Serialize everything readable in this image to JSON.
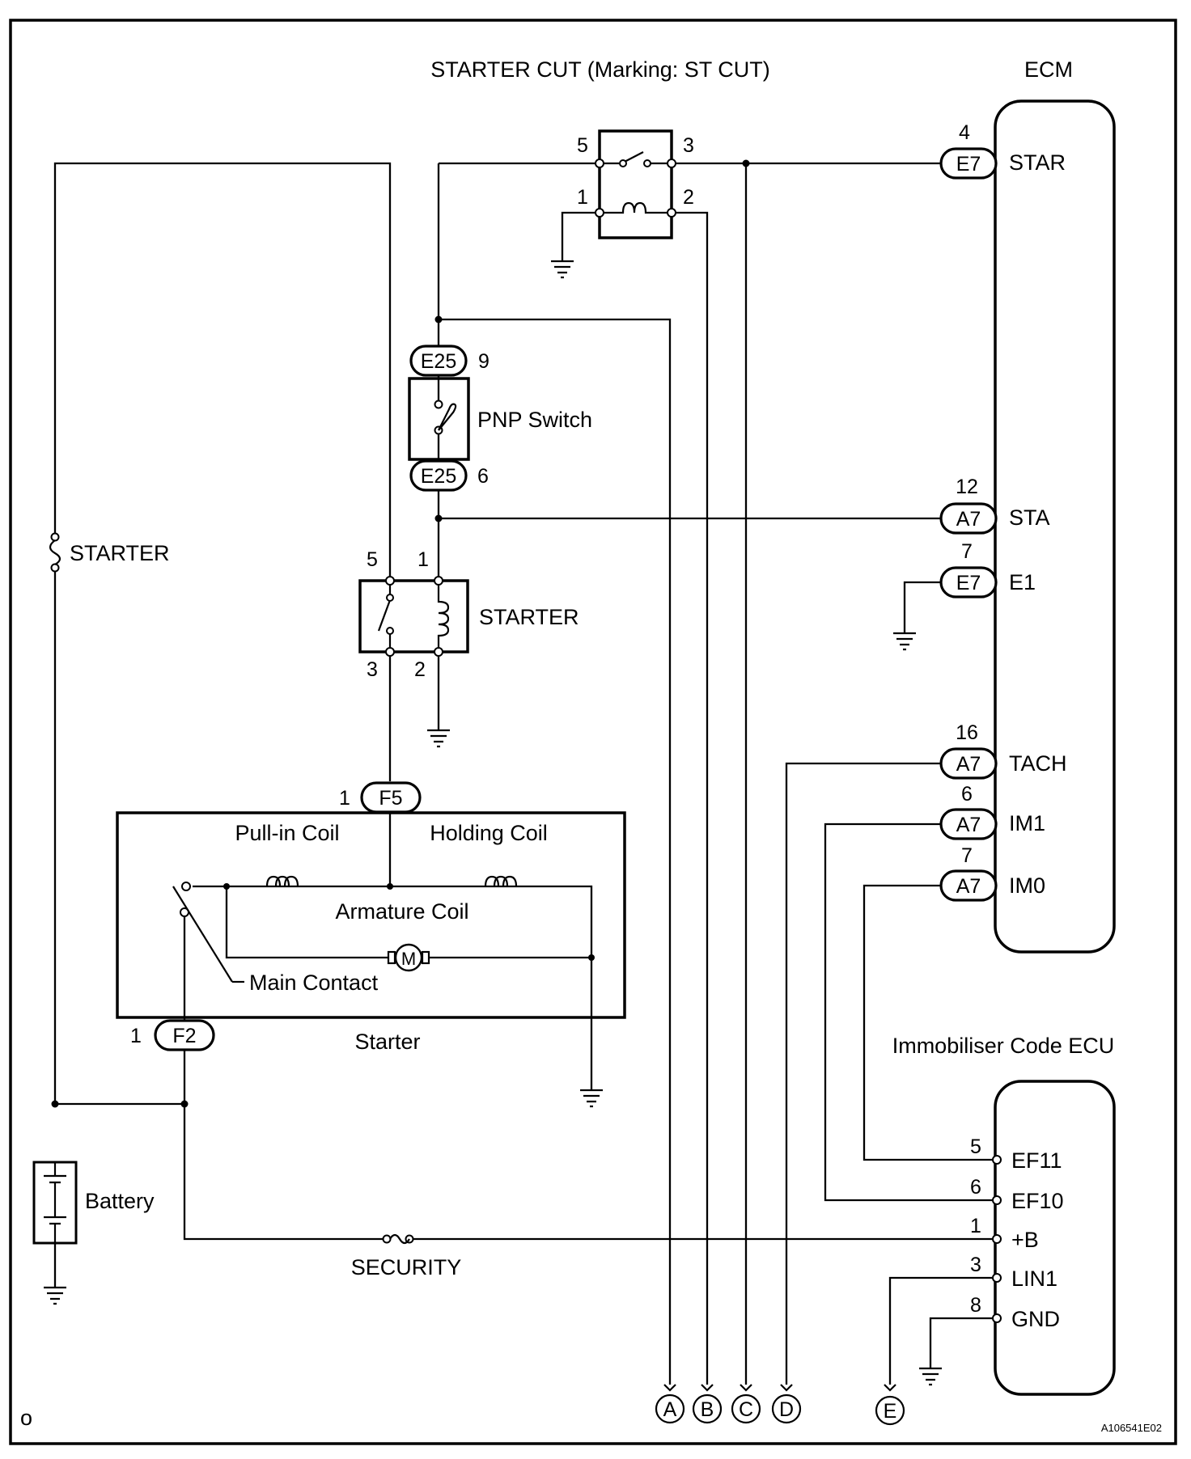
{
  "title": "STARTER  CUT (Marking: ST CUT)",
  "figure_id": "A106541E02",
  "corner_mark": "o",
  "ecm": {
    "label": "ECM",
    "pins": [
      {
        "num": "4",
        "conn": "E7",
        "name": "STAR"
      },
      {
        "num": "12",
        "conn": "A7",
        "name": "STA"
      },
      {
        "num": "7",
        "conn": "E7",
        "name": "E1"
      },
      {
        "num": "16",
        "conn": "A7",
        "name": "TACH"
      },
      {
        "num": "6",
        "conn": "A7",
        "name": "IM1"
      },
      {
        "num": "7",
        "conn": "A7",
        "name": "IM0"
      }
    ]
  },
  "immobiliser": {
    "label": "Immobiliser Code ECU",
    "pins": [
      {
        "num": "5",
        "name": "EF11"
      },
      {
        "num": "6",
        "name": "EF10"
      },
      {
        "num": "1",
        "name": "+B"
      },
      {
        "num": "3",
        "name": "LIN1"
      },
      {
        "num": "8",
        "name": "GND"
      }
    ]
  },
  "st_cut_relay": {
    "pins": [
      "5",
      "3",
      "1",
      "2"
    ]
  },
  "pnp_switch": {
    "label": "PNP Switch",
    "top_conn": "E25",
    "top_pin": "9",
    "bottom_conn": "E25",
    "bottom_pin": "6"
  },
  "starter_relay": {
    "label": "STARTER",
    "pins": [
      "5",
      "1",
      "3",
      "2"
    ]
  },
  "starter_fuse": {
    "label": "STARTER"
  },
  "starter_motor": {
    "label": "Starter",
    "pull_in": "Pull-in Coil",
    "holding": "Holding Coil",
    "armature": "Armature Coil",
    "main_contact": "Main Contact",
    "motor_symbol": "M",
    "top_conn": "F5",
    "top_pin": "1",
    "bottom_conn": "F2",
    "bottom_pin": "1"
  },
  "battery": {
    "label": "Battery"
  },
  "security_fuse": {
    "label": "SECURITY"
  },
  "offpage": [
    "A",
    "B",
    "C",
    "D",
    "E"
  ]
}
